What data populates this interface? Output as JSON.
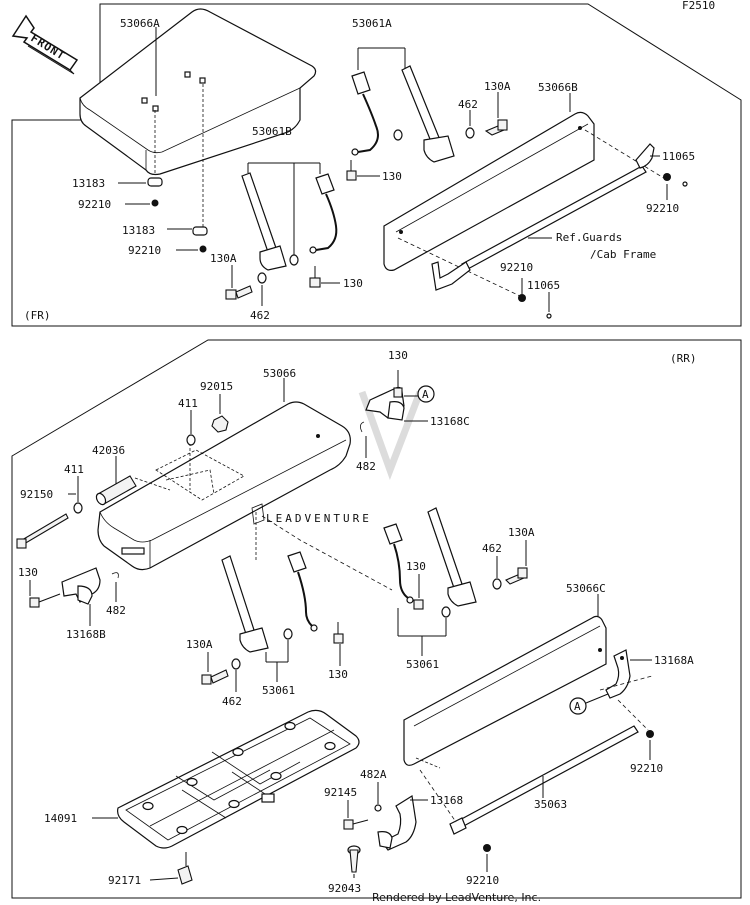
{
  "diagram_code": "F2510",
  "front_arrow_label": "FRONT",
  "sections": {
    "fr": "(FR)",
    "rr": "(RR)"
  },
  "reference_note": {
    "line1": "Ref.Guards",
    "line2": "/Cab Frame"
  },
  "watermark": "LEADVENTURE",
  "footer": "Rendered by LeadVenture, Inc.",
  "callout_marker": "A",
  "labels": {
    "l_53066A": "53066A",
    "l_53061A": "53061A",
    "l_130A_top": "130A",
    "l_462_top": "462",
    "l_53066B": "53066B",
    "l_11065_a": "11065",
    "l_92210_a": "92210",
    "l_53061B": "53061B",
    "l_130_a": "130",
    "l_13183_a": "13183",
    "l_92210_b": "92210",
    "l_13183_b": "13183",
    "l_92210_c": "92210",
    "l_130A_b": "130A",
    "l_130_b": "130",
    "l_462_b": "462",
    "l_92210_d": "92210",
    "l_11065_b": "11065",
    "l_130_c": "130",
    "l_53066": "53066",
    "l_92015": "92015",
    "l_411_a": "411",
    "l_13168C": "13168C",
    "l_482_a": "482",
    "l_42036": "42036",
    "l_411_b": "411",
    "l_92150": "92150",
    "l_130_d": "130",
    "l_482_b": "482",
    "l_13168B": "13168B",
    "l_130_e": "130",
    "l_130A_c": "130A",
    "l_462_c": "462",
    "l_53061_a": "53061",
    "l_130A_d": "130A",
    "l_462_d": "462",
    "l_53061_b": "53061",
    "l_130_f": "130",
    "l_53066C": "53066C",
    "l_13168A": "13168A",
    "l_92210_e": "92210",
    "l_14091": "14091",
    "l_482A": "482A",
    "l_92145": "92145",
    "l_13168": "13168",
    "l_35063": "35063",
    "l_92171": "92171",
    "l_92043": "92043",
    "l_92210_f": "92210"
  }
}
